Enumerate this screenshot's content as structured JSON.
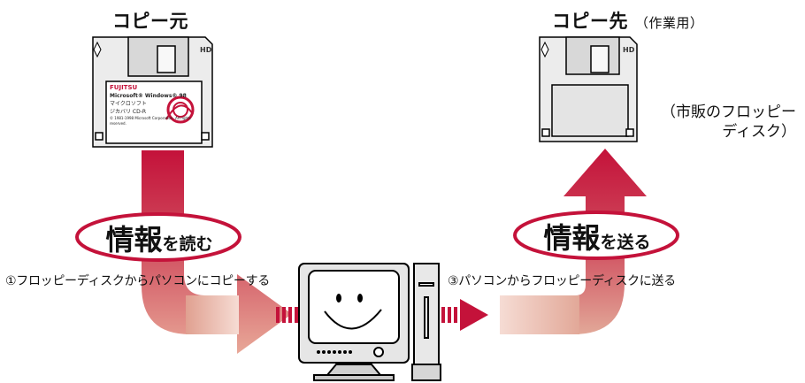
{
  "source_disk": {
    "title": "コピー元"
  },
  "dest_disk": {
    "title": "コピー先",
    "subtitle": "（作業用）"
  },
  "commercial_note": {
    "line1": "（市販のフロッピー",
    "line2": "ディスク）"
  },
  "read_bubble": {
    "main": "情報",
    "small": "を読む"
  },
  "send_bubble": {
    "main": "情報",
    "small": "を送る"
  },
  "step1": "①フロッピーディスクからパソコンにコピーする",
  "step3": "③パソコンからフロッピーディスクに送る",
  "disk_label": {
    "brand": "FUJITSU",
    "line1": "Microsoft® Windows® 98",
    "line2": "マイクロソフト",
    "line3": "ジカバリ CD-R",
    "footer": "© 1981-1998 Microsoft Corporation. All rights reserved."
  },
  "disk_marker": "HD",
  "colors": {
    "arrow_dark": "#c4123a",
    "arrow_light": "#f0cfc4",
    "outline": "#c4123a",
    "disk_gray": "#e8e8e8"
  }
}
